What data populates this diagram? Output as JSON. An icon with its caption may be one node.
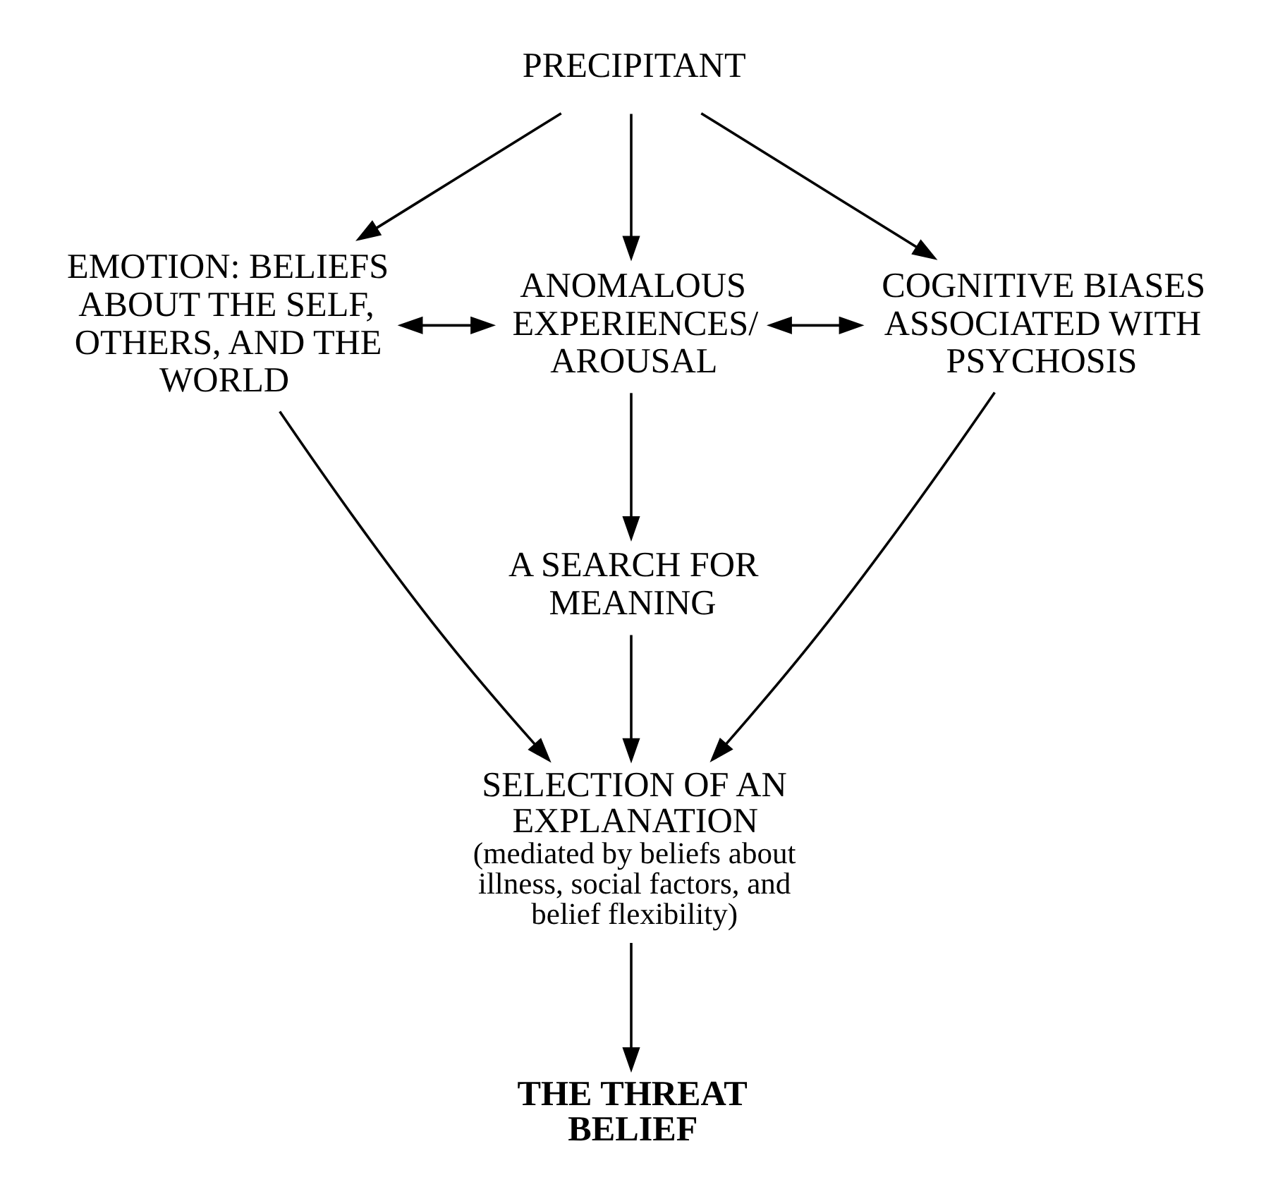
{
  "diagram": {
    "nodes": [
      {
        "text": [
          "PRECIPITANT"
        ]
      },
      {
        "text": [
          "EMOTION: BELIEFS ABOUT THE SELF, OTHERS, AND THE WORLD"
        ]
      },
      {
        "text": [
          "ANOMALOUS EXPERIENCES/ AROUSAL"
        ]
      },
      {
        "text": [
          "COGNITIVE BIASES ASSOCIATED WITH PSYCHOSIS"
        ]
      },
      {
        "text": [
          "A SEARCH FOR MEANING"
        ]
      },
      {
        "text": [
          "SELECTION OF AN EXPLANATION",
          "(mediated by beliefs about illness, social factors, and belief flexibility)"
        ]
      },
      {
        "text": [
          "THE THREAT BELIEF"
        ]
      }
    ],
    "edges": [
      {
        "from": 0,
        "to": 1,
        "arrow": "to"
      },
      {
        "from": 0,
        "to": 2,
        "arrow": "to"
      },
      {
        "from": 0,
        "to": 3,
        "arrow": "to"
      },
      {
        "from": 1,
        "to": 2,
        "arrow": "both"
      },
      {
        "from": 2,
        "to": 3,
        "arrow": "both"
      },
      {
        "from": 2,
        "to": 4,
        "arrow": "to"
      },
      {
        "from": 1,
        "to": 5,
        "arrow": "to"
      },
      {
        "from": 4,
        "to": 5,
        "arrow": "to"
      },
      {
        "from": 3,
        "to": 5,
        "arrow": "to"
      },
      {
        "from": 5,
        "to": 6,
        "arrow": "to"
      }
    ]
  }
}
